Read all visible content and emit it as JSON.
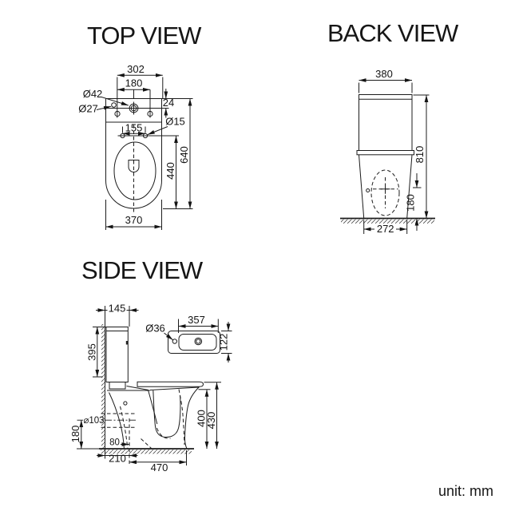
{
  "titles": {
    "top_view": "TOP VIEW",
    "back_view": "BACK VIEW",
    "side_view": "SIDE VIEW"
  },
  "unit_label": "unit: mm",
  "colors": {
    "line": "#1c1c1c",
    "background": "#ffffff"
  },
  "views": {
    "top": {
      "tank_width": "302",
      "hole_spacing": "180",
      "holes_offset": "24",
      "lid_hole_dia": "Ø42",
      "corner_hole_dia": "Ø27",
      "seat_hole_spacing": "155",
      "seat_hole_dia": "Ø15",
      "total_depth": "640",
      "bowl_depth": "440",
      "bowl_width": "370"
    },
    "back": {
      "width": "380",
      "height": "810",
      "outlet_height": "180",
      "base_width": "272"
    },
    "side": {
      "tank_depth": "145",
      "tank_height": "395",
      "lid_hole_dia": "Ø36",
      "lid_width": "357",
      "lid_depth": "122",
      "outlet_dia": "⌀103",
      "outlet_height": "180",
      "outlet_gap": "80",
      "wall_setout": "210",
      "base_depth": "470",
      "rim_height": "400",
      "seat_height": "430"
    }
  }
}
